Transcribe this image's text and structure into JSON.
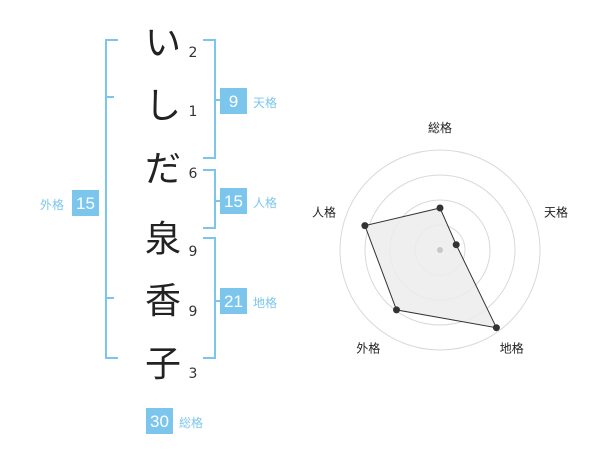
{
  "name": {
    "chars": [
      {
        "char": "い",
        "strokes": "2"
      },
      {
        "char": "し",
        "strokes": "1"
      },
      {
        "char": "だ",
        "strokes": "6"
      },
      {
        "char": "泉",
        "strokes": "9"
      },
      {
        "char": "香",
        "strokes": "9"
      },
      {
        "char": "子",
        "strokes": "3"
      }
    ]
  },
  "scores": {
    "tenkaku": {
      "value": "9",
      "label": "天格"
    },
    "jinkaku": {
      "value": "15",
      "label": "人格"
    },
    "chikaku": {
      "value": "21",
      "label": "地格"
    },
    "gaikaku": {
      "value": "15",
      "label": "外格"
    },
    "soukaku": {
      "value": "30",
      "label": "総格"
    }
  },
  "colors": {
    "accent": "#7cc6ee",
    "text": "#222222",
    "grid": "#d9d9d9"
  },
  "chart_data": {
    "type": "radar",
    "axes": [
      "総格",
      "天格",
      "地格",
      "外格",
      "人格"
    ],
    "values": [
      0.42,
      0.17,
      0.96,
      0.74,
      0.79
    ],
    "range": [
      0,
      1
    ],
    "rings": 4
  }
}
